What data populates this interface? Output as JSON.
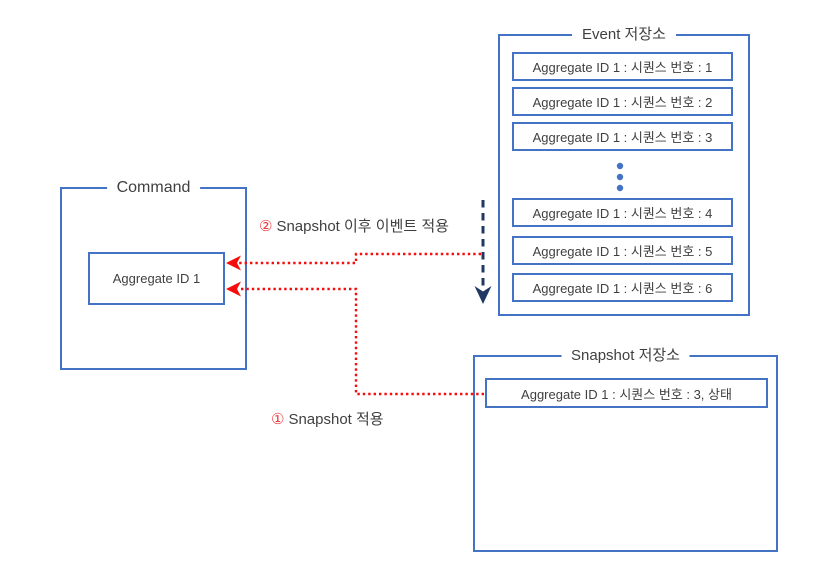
{
  "colors": {
    "box_border": "#4472C4",
    "dashed_arrow": "#1F3864",
    "dotted_arrow": "#F50D0D",
    "label_number": "#EE3B40",
    "text": "#404040",
    "background": "#FFFFFF"
  },
  "command": {
    "title": "Command",
    "aggregate_label": "Aggregate ID 1"
  },
  "event_store": {
    "title": "Event 저장소",
    "rows": [
      "Aggregate ID 1 : 시퀀스 번호 : 1",
      "Aggregate ID 1 : 시퀀스 번호 : 2",
      "Aggregate ID 1 : 시퀀스 번호 : 3",
      "Aggregate ID 1 : 시퀀스 번호 : 4",
      "Aggregate ID 1 : 시퀀스 번호 : 5",
      "Aggregate ID 1 : 시퀀스 번호 : 6"
    ]
  },
  "snapshot_store": {
    "title": "Snapshot 저장소",
    "row": "Aggregate ID 1 : 시퀀스 번호 : 3, 상태"
  },
  "annotations": {
    "step2": {
      "number": "②",
      "text": "Snapshot 이후 이벤트 적용"
    },
    "step1": {
      "number": "①",
      "text": "Snapshot 적용"
    }
  },
  "icons": {
    "ellipsis": "vertical-ellipsis-dots",
    "dashed_down_arrow": "dashed-down-arrow",
    "dotted_left_arrows": "red-dotted-left-arrows"
  }
}
